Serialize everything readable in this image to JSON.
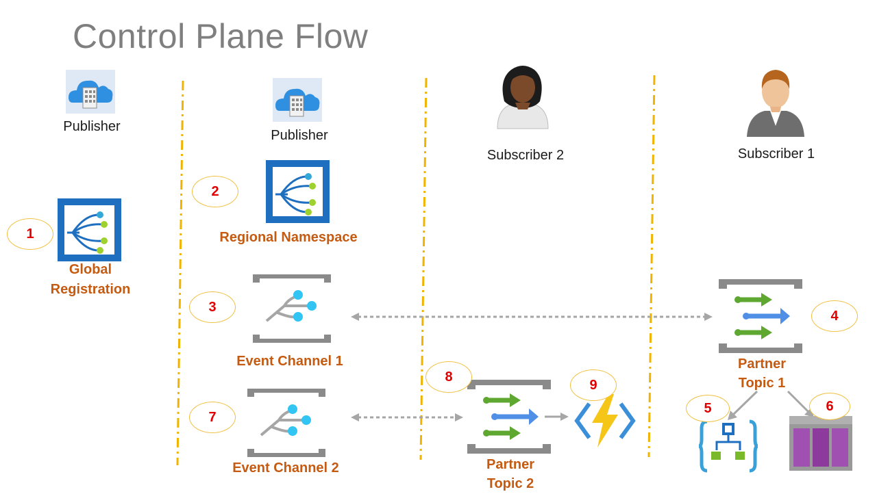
{
  "title": "Control Plane Flow",
  "actors": {
    "publisher_left": "Publisher",
    "publisher_mid": "Publisher",
    "subscriber2": "Subscriber 2",
    "subscriber1": "Subscriber 1"
  },
  "resources": {
    "global_registration_line1": "Global",
    "global_registration_line2": "Registration",
    "regional_namespace": "Regional Namespace",
    "event_channel_1": "Event Channel 1",
    "event_channel_2": "Event Channel 2",
    "partner_topic_1_line1": "Partner",
    "partner_topic_1_line2": "Topic 1",
    "partner_topic_2_line1": "Partner",
    "partner_topic_2_line2": "Topic 2"
  },
  "steps": [
    "1",
    "2",
    "3",
    "4",
    "5",
    "6",
    "7",
    "8",
    "9"
  ],
  "colors": {
    "title": "#7f7f7f",
    "resource_label": "#c55a11",
    "step_number": "#e00000",
    "step_circle": "#f0c040",
    "divider": "#f0b400",
    "event_grid_blue": "#1e6fbf",
    "arrow_gray": "#a6a6a6",
    "arrow_green": "#5ea832",
    "arrow_blue": "#4f8fe6",
    "function_yellow": "#f5c518",
    "storage_purple": "#8c3a9c"
  },
  "icons": [
    "cloud-building-icon",
    "event-grid-icon",
    "event-channel-icon",
    "partner-topic-icon",
    "person-icon",
    "function-icon",
    "logic-app-icon",
    "storage-queue-icon"
  ]
}
